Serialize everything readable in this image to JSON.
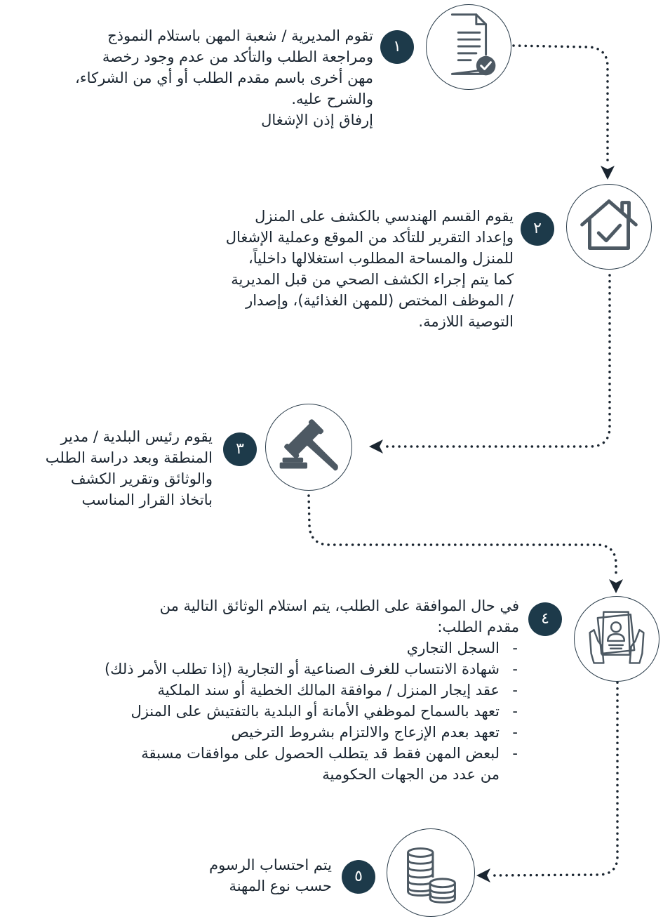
{
  "steps": [
    {
      "number": "١",
      "icon": "document-check-icon",
      "lines": [
        "تقوم المديرية / شعبة المهن باستلام النموذج",
        "ومراجعة الطلب والتأكد من عدم وجود رخصة",
        "مهن أخرى باسم مقدم الطلب أو أي من الشركاء،",
        "والشرح عليه.",
        "إرفاق إذن الإشغال"
      ]
    },
    {
      "number": "٢",
      "icon": "house-check-icon",
      "lines": [
        "يقوم القسم الهندسي بالكشف على المنزل",
        "وإعداد التقرير للتأكد من الموقع وعملية الإشغال",
        "للمنزل والمساحة المطلوب استغلالها داخلياً،",
        "كما يتم إجراء الكشف الصحي من قبل المديرية",
        "/ الموظف المختص (للمهن الغذائية)، وإصدار",
        "التوصية اللازمة."
      ]
    },
    {
      "number": "٣",
      "icon": "gavel-icon",
      "lines": [
        "يقوم رئيس البلدية / مدير",
        "المنطقة وبعد دراسة الطلب",
        "والوثائق وتقرير الكشف",
        "باتخاذ القرار المناسب"
      ]
    },
    {
      "number": "٤",
      "icon": "id-documents-hands-icon",
      "intro": [
        "في حال الموافقة على الطلب، يتم استلام الوثائق التالية من",
        "مقدم الطلب:"
      ],
      "items": [
        {
          "dash": "-",
          "lines": [
            "السجل التجاري"
          ]
        },
        {
          "dash": "-",
          "lines": [
            "شهادة الانتساب للغرف الصناعية أو التجارية (إذا تطلب الأمر ذلك)"
          ]
        },
        {
          "dash": "-",
          "lines": [
            "عقد إيجار المنزل / موافقة المالك الخطية أو سند الملكية"
          ]
        },
        {
          "dash": "-",
          "lines": [
            "تعهد بالسماح لموظفي الأمانة أو البلدية بالتفتيش على المنزل"
          ]
        },
        {
          "dash": "-",
          "lines": [
            "تعهد بعدم الإزعاج والالتزام بشروط الترخيص"
          ]
        },
        {
          "dash": "-",
          "lines": [
            "لبعض المهن فقط قد يتطلب الحصول على موافقات مسبقة",
            "من عدد من الجهات الحكومية"
          ]
        }
      ]
    },
    {
      "number": "٥",
      "icon": "coins-stack-icon",
      "lines": [
        "يتم احتساب الرسوم",
        "حسب نوع المهنة"
      ]
    }
  ],
  "colors": {
    "badge": "#1d3a4a",
    "icon": "#4d5963",
    "circle_border": "#2b3d4b",
    "connector": "#1a2530",
    "text": "#1a2530"
  }
}
